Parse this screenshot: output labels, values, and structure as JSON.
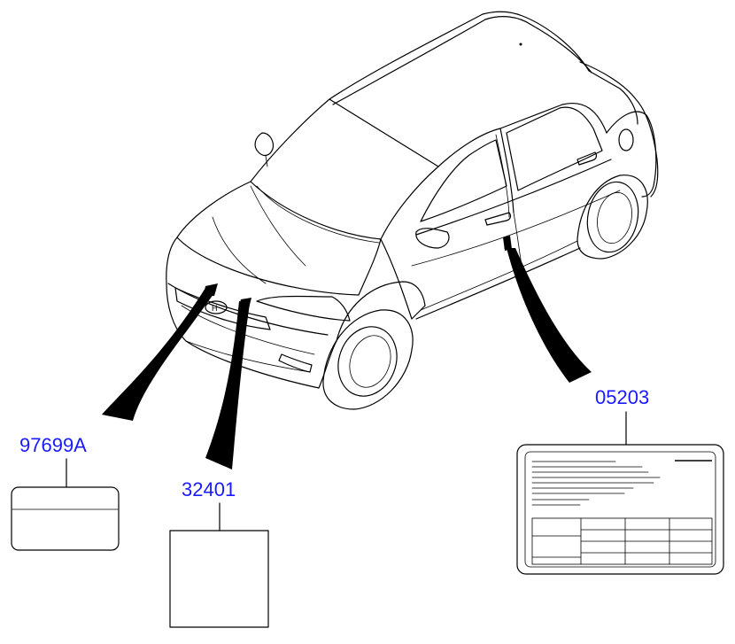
{
  "parts": [
    {
      "id": "label-97699a",
      "number": "97699A"
    },
    {
      "id": "label-32401",
      "number": "32401"
    },
    {
      "id": "label-05203",
      "number": "05203"
    }
  ],
  "colors": {
    "part_number": "#1a1aff",
    "line": "#000000",
    "background": "#ffffff"
  },
  "logo": "hyundai-logo"
}
